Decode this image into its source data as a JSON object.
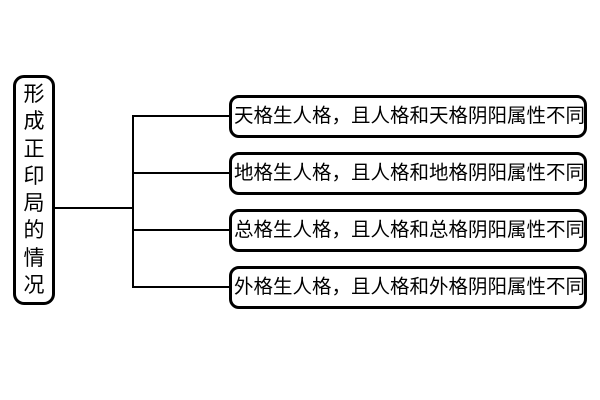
{
  "diagram": {
    "root": {
      "label": "形成正印局的情况",
      "chars": [
        "形",
        "成",
        "正",
        "印",
        "局",
        "的",
        "情",
        "况"
      ]
    },
    "branches": [
      {
        "label": "天格生人格，且人格和天格阴阳属性不同"
      },
      {
        "label": "地格生人格，且人格和地格阴阳属性不同"
      },
      {
        "label": "总格生人格，且人格和总格阴阳属性不同"
      },
      {
        "label": "外格生人格，且人格和外格阴阳属性不同"
      }
    ],
    "colors": {
      "background": "#ffffff",
      "line": "#000000",
      "text": "#000000"
    }
  }
}
